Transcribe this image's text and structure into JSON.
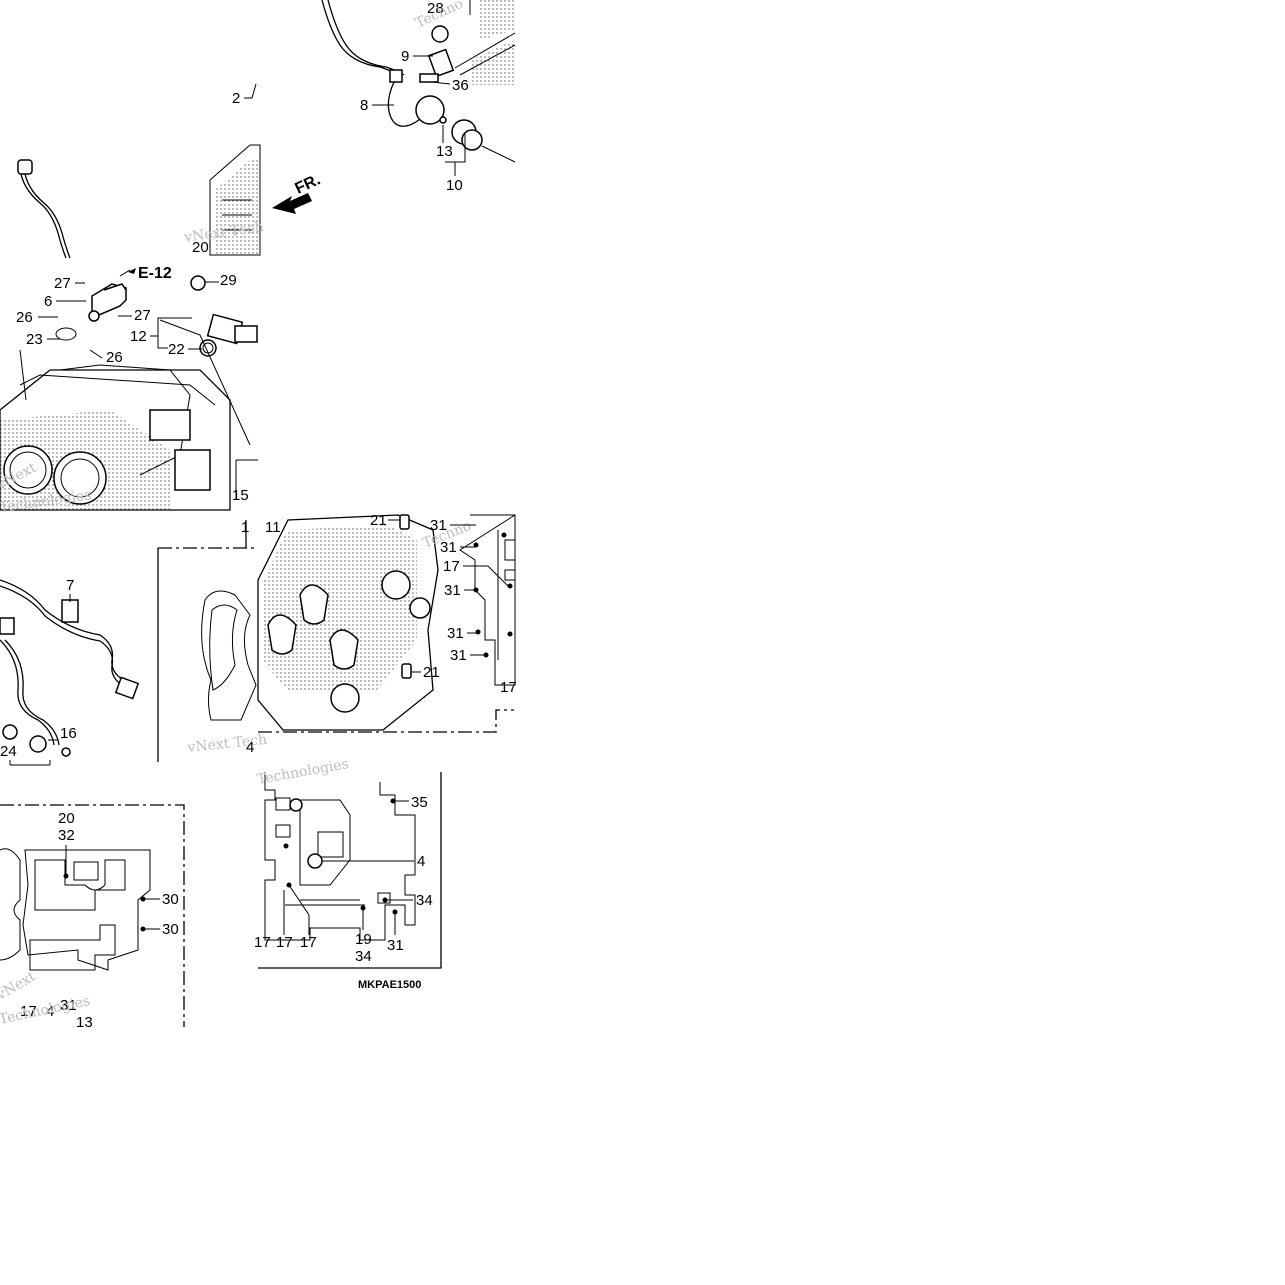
{
  "diagram": {
    "code": "MKPAE1500",
    "direction_label": "FR.",
    "reference": "E-12",
    "watermarks": [
      "vNext Tech",
      "Technologies",
      "vNext",
      "Techno"
    ],
    "callouts": [
      "28",
      "9",
      "36",
      "8",
      "13",
      "10",
      "2",
      "20",
      "27",
      "6",
      "26",
      "23",
      "27",
      "26",
      "29",
      "12",
      "22",
      "15",
      "21",
      "31",
      "31",
      "17",
      "31",
      "31",
      "31",
      "17",
      "21",
      "11",
      "1",
      "7",
      "16",
      "24",
      "20",
      "32",
      "30",
      "30",
      "17",
      "4",
      "31",
      "13",
      "35",
      "4",
      "34",
      "17",
      "17",
      "19",
      "34",
      "31"
    ]
  }
}
